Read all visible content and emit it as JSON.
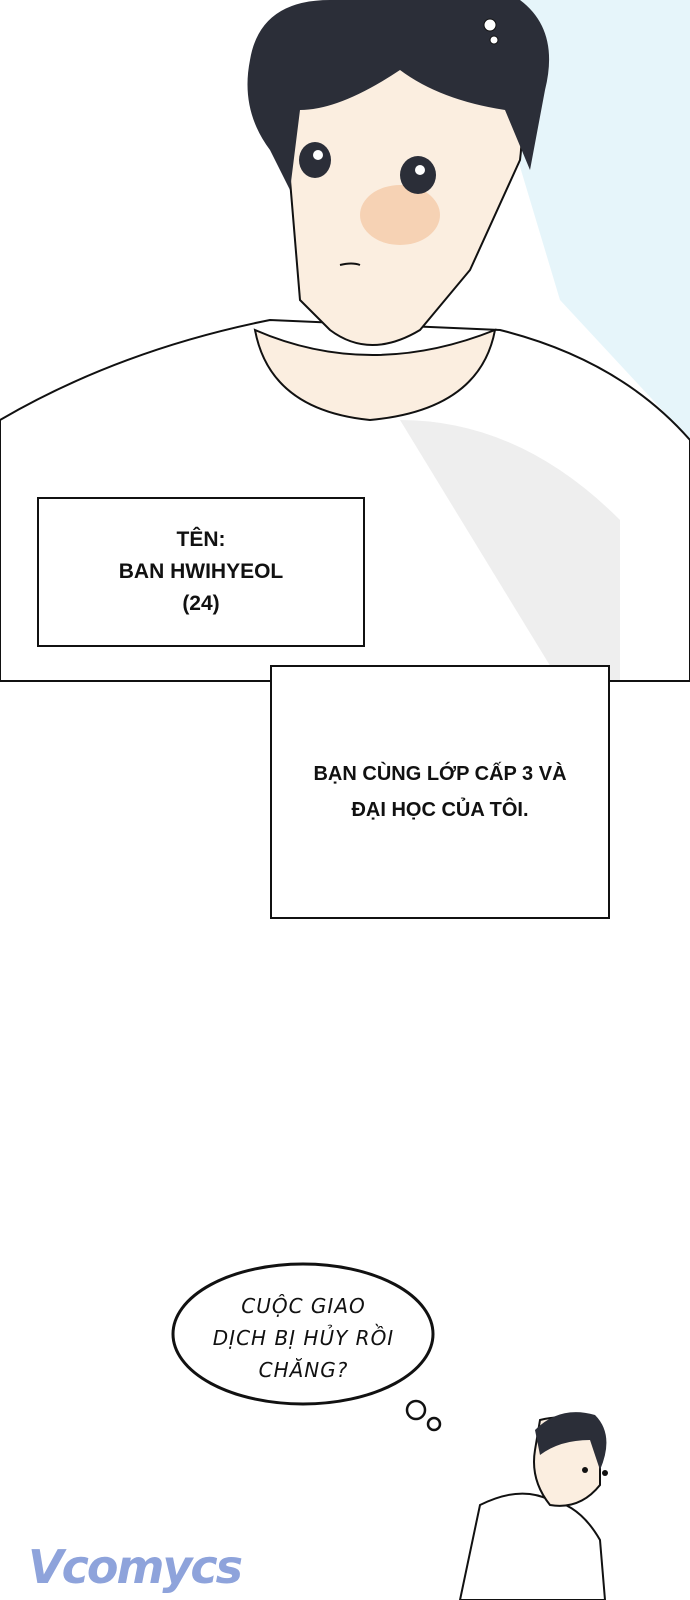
{
  "captions": {
    "name_box": {
      "line1": "TÊN:",
      "line2": "BAN HWIHYEOL",
      "line3": "(24)"
    },
    "relation_box": {
      "line1": "BẠN CÙNG LỚP CẤP 3 VÀ",
      "line2": "ĐẠI HỌC CỦA TÔI."
    }
  },
  "thought_bubble": {
    "line1": "CUỘC GIAO",
    "line2": "DỊCH BỊ HỦY RỒI",
    "line3": "CHĂNG?"
  },
  "watermark": {
    "text": "Vcomycs",
    "color": "#8ea3db"
  },
  "colors": {
    "hair": "#2b2e38",
    "skin": "#fbeee0",
    "blush": "#f6d2b4",
    "sky": "#e6f5fa"
  }
}
